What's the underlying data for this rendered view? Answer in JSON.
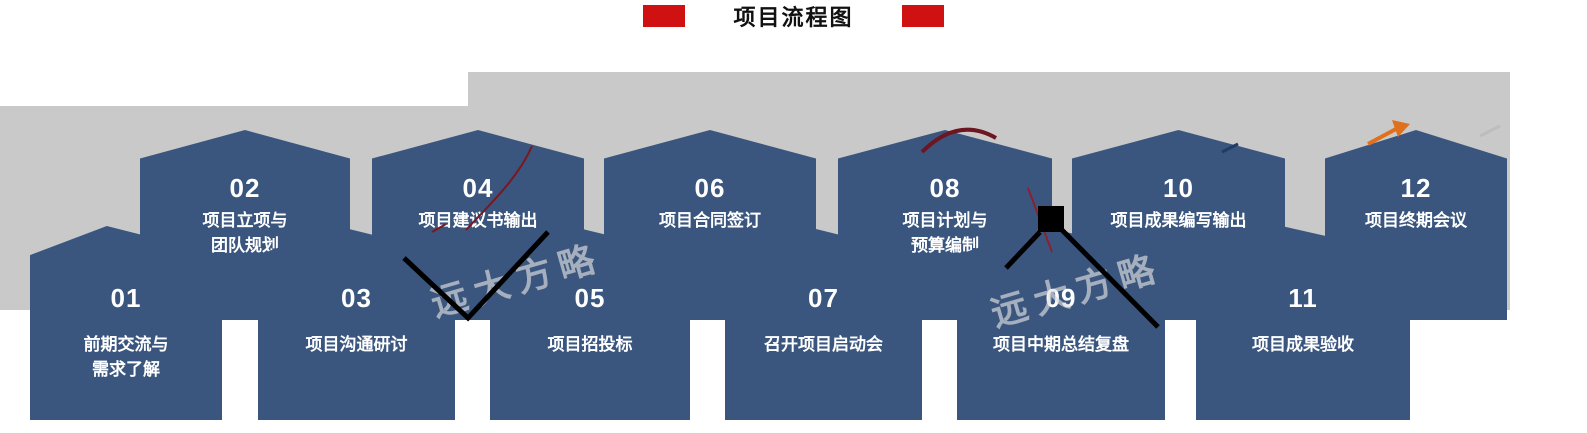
{
  "title": {
    "text": "项目流程图"
  },
  "watermark": {
    "text": "远大方略"
  },
  "steps": [
    {
      "number": "01",
      "label": "前期交流与\n需求了解"
    },
    {
      "number": "02",
      "label": "项目立项与\n团队规划"
    },
    {
      "number": "03",
      "label": "项目沟通研讨"
    },
    {
      "number": "04",
      "label": "项目建议书输出"
    },
    {
      "number": "05",
      "label": "项目招投标"
    },
    {
      "number": "06",
      "label": "项目合同签订"
    },
    {
      "number": "07",
      "label": "召开项目启动会"
    },
    {
      "number": "08",
      "label": "项目计划与\n预算编制"
    },
    {
      "number": "09",
      "label": "项目中期总结复盘"
    },
    {
      "number": "10",
      "label": "项目成果编写输出"
    },
    {
      "number": "11",
      "label": "项目成果验收"
    },
    {
      "number": "12",
      "label": "项目终期会议"
    }
  ],
  "colors": {
    "box": "#3a567f",
    "band": "#c9c9c9",
    "accent_red": "#cf1111",
    "text_on_box": "#ffffff",
    "title_text": "#111111"
  }
}
